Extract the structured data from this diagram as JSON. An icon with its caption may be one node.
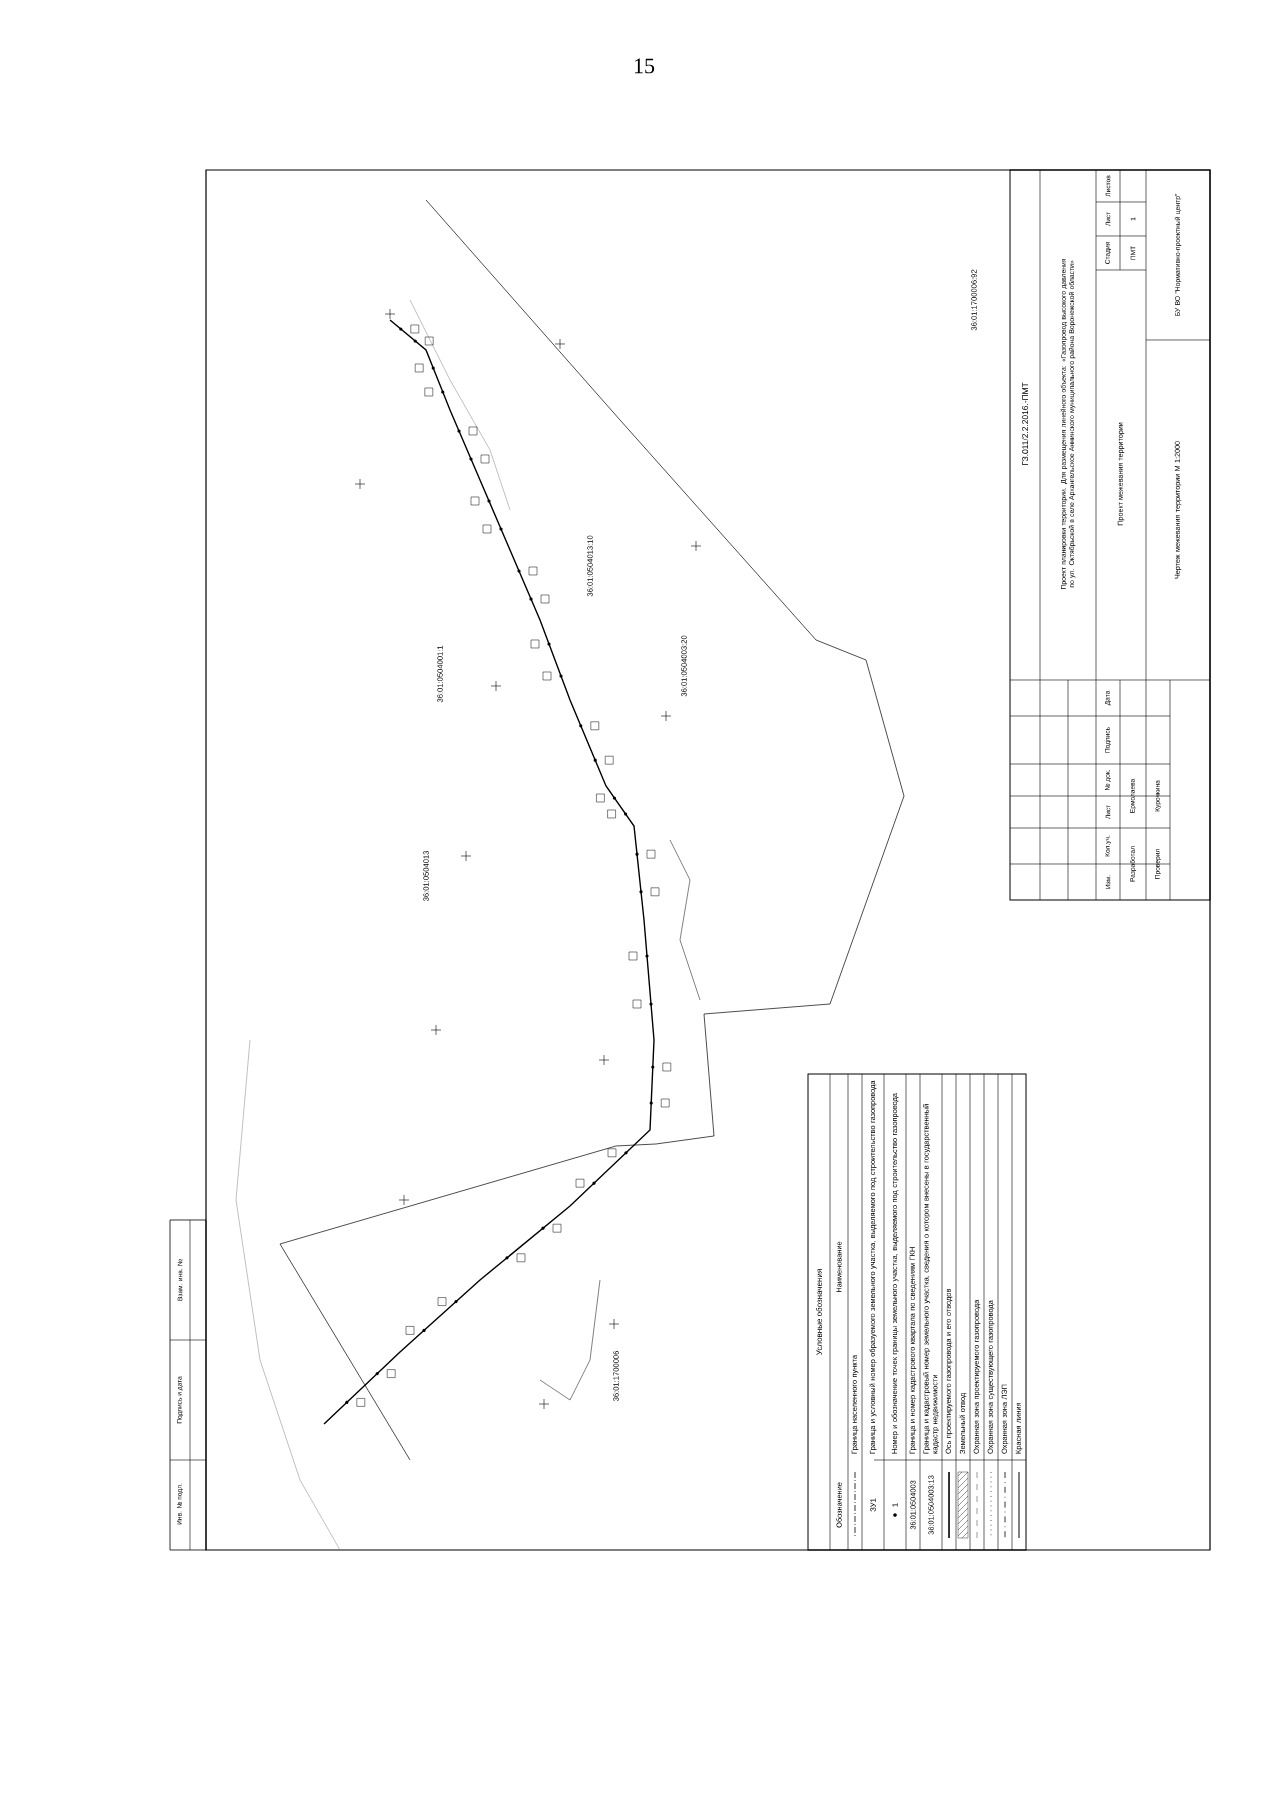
{
  "diagram": {
    "labels": [
      "15",
      "ГЗ.011/2.2.2016.-ПМТ",
      "Проект планировки территории. Для размещения линейного объекта: «Газопровод высокого давления по ул. Октябрьской в селе Архангельское Аннинского муниципального района Воронежской области»",
      "Изм.",
      "Кол.уч.",
      "Лист",
      "№ док.",
      "Подпись",
      "Дата",
      "Разработал",
      "Ермолаева",
      "Проверил",
      "Курочкина",
      "Проект межевания территории",
      "Стадия",
      "Лист",
      "Листов",
      "ПМТ",
      "1",
      "Чертеж межевания территории М 1:2000",
      "БУ ВО \"Нормативно-проектный центр\"",
      "Условные обозначения",
      "Обозначение",
      "Наименование",
      "Граница населенного пункта",
      "ЗУ1",
      "Граница и условный номер образуемого земельного участка, выделяемого под строительство газопровода",
      "1",
      "Номер и обозначение точек границы земельного участка, выделяемого под строительство газопровода",
      "36:01:0504003",
      "Граница и номер кадастрового квартала по сведениям ГКН",
      "36:01:0504003:13",
      "Граница и кадастровый номер земельного участка, сведения о котором внесены в государственный кадастр недвижимости",
      "Ось проектируемого газопровода и его отводов",
      "Земельный отвод",
      "Охранная зона проектируемого газопровода",
      "Охранная зона существующего газопровода",
      "Охранная зона ЛЭП",
      "Красная линия",
      "Взам. инв. №",
      "Подпись и дата",
      "Инв. № подл.",
      "36:01:1700006:92",
      "36:01:0504013:10",
      "36:01:0504001:1",
      "36:01:0504003:20",
      "36:01:0504013",
      "36:01:1700006"
    ]
  }
}
